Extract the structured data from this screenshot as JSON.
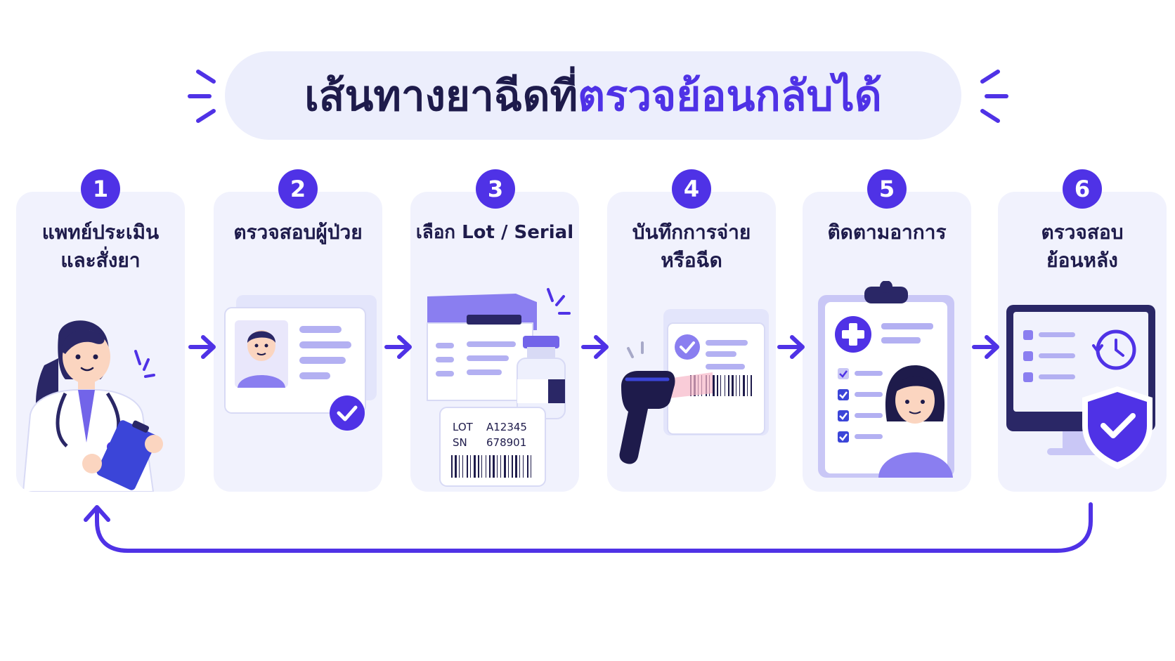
{
  "title": {
    "main": "เส้นทางยาฉีดที่",
    "accent": "ตรวจย้อนกลับได้"
  },
  "steps": [
    {
      "number": "1",
      "line1": "แพทย์ประเมิน",
      "line2": "และสั่งยา"
    },
    {
      "number": "2",
      "line1": "ตรวจสอบผู้ป่วย",
      "line2": ""
    },
    {
      "number": "3",
      "line1": "เลือก Lot / Serial",
      "line2": ""
    },
    {
      "number": "4",
      "line1": "บันทึกการจ่าย",
      "line2": "หรือฉีด"
    },
    {
      "number": "5",
      "line1": "ติดตามอาการ",
      "line2": ""
    },
    {
      "number": "6",
      "line1": "ตรวจสอบ",
      "line2": "ย้อนหลัง"
    }
  ],
  "lot_label": {
    "lot_key": "LOT",
    "lot_value": "A12345",
    "sn_key": "SN",
    "sn_value": "678901"
  },
  "colors": {
    "accent": "#4f32e6",
    "dark_text": "#1e1b4b",
    "card_bg": "#f1f2fd",
    "pill_bg": "#eceefc"
  }
}
